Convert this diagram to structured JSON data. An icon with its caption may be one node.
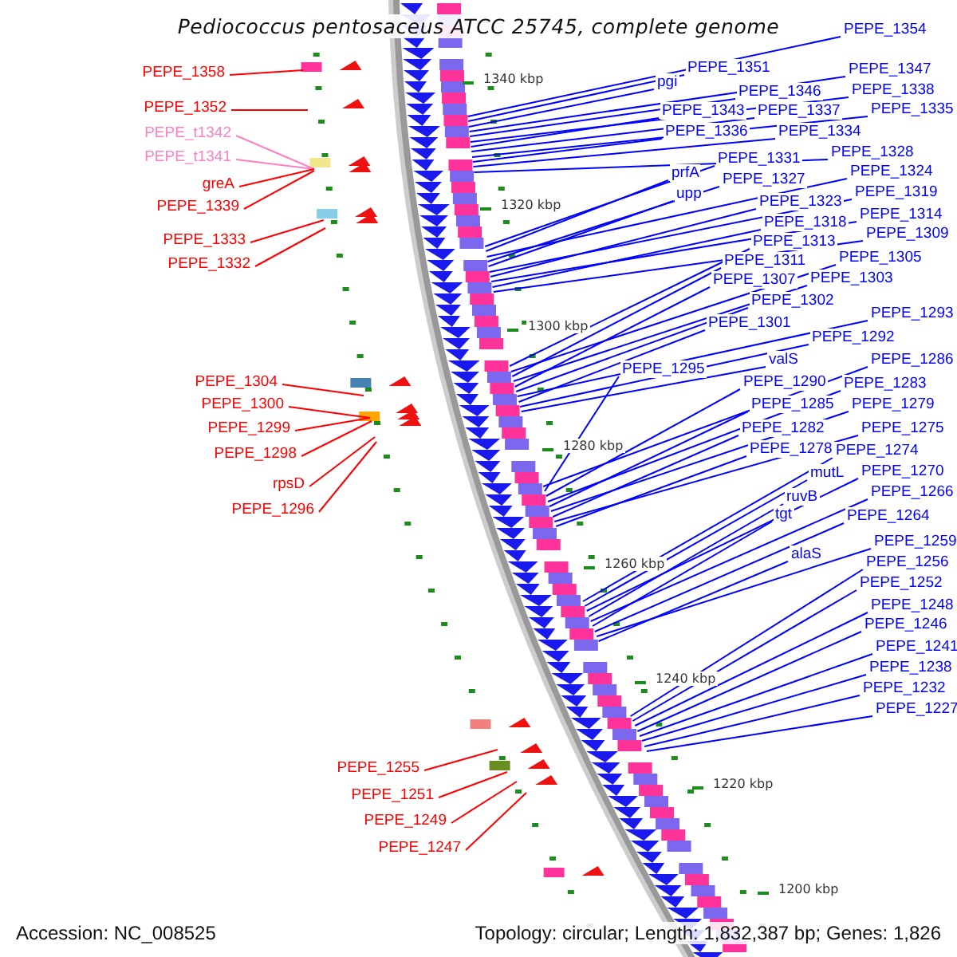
{
  "diagram": {
    "title": "Pediococcus pentosaceus ATCC 25745, complete genome",
    "nodes": [
      {
        "text": [
          "PEPE_1358"
        ]
      },
      {
        "text": [
          "PEPE_1352"
        ]
      },
      {
        "text": [
          "PEPE_t1342"
        ]
      },
      {
        "text": [
          "PEPE_t1341"
        ]
      },
      {
        "text": [
          "greA"
        ]
      },
      {
        "text": [
          "PEPE_1339"
        ]
      },
      {
        "text": [
          "PEPE_1333"
        ]
      },
      {
        "text": [
          "PEPE_1332"
        ]
      },
      {
        "text": [
          "PEPE_1304"
        ]
      },
      {
        "text": [
          "PEPE_1300"
        ]
      },
      {
        "text": [
          "PEPE_1299"
        ]
      },
      {
        "text": [
          "PEPE_1298"
        ]
      },
      {
        "text": [
          "rpsD"
        ]
      },
      {
        "text": [
          "PEPE_1296"
        ]
      },
      {
        "text": [
          "PEPE_1255"
        ]
      },
      {
        "text": [
          "PEPE_1251"
        ]
      },
      {
        "text": [
          "PEPE_1249"
        ]
      },
      {
        "text": [
          "PEPE_1247"
        ]
      },
      {
        "text": [
          "PEPE_1354"
        ]
      },
      {
        "text": [
          "PEPE_1351"
        ]
      },
      {
        "text": [
          "pgi"
        ]
      },
      {
        "text": [
          "PEPE_1347"
        ]
      },
      {
        "text": [
          "PEPE_1346"
        ]
      },
      {
        "text": [
          "PEPE_1338"
        ]
      },
      {
        "text": [
          "PEPE_1343"
        ]
      },
      {
        "text": [
          "PEPE_1337"
        ]
      },
      {
        "text": [
          "PEPE_1335"
        ]
      },
      {
        "text": [
          "PEPE_1336"
        ]
      },
      {
        "text": [
          "PEPE_1334"
        ]
      },
      {
        "text": [
          "PEPE_1328"
        ]
      },
      {
        "text": [
          "PEPE_1331"
        ]
      },
      {
        "text": [
          "prfA"
        ]
      },
      {
        "text": [
          "PEPE_1324"
        ]
      },
      {
        "text": [
          "PEPE_1327"
        ]
      },
      {
        "text": [
          "upp"
        ]
      },
      {
        "text": [
          "PEPE_1319"
        ]
      },
      {
        "text": [
          "PEPE_1323"
        ]
      },
      {
        "text": [
          "PEPE_1314"
        ]
      },
      {
        "text": [
          "PEPE_1318"
        ]
      },
      {
        "text": [
          "PEPE_1309"
        ]
      },
      {
        "text": [
          "PEPE_1313"
        ]
      },
      {
        "text": [
          "PEPE_1305"
        ]
      },
      {
        "text": [
          "PEPE_1311"
        ]
      },
      {
        "text": [
          "PEPE_1303"
        ]
      },
      {
        "text": [
          "PEPE_1307"
        ]
      },
      {
        "text": [
          "PEPE_1302"
        ]
      },
      {
        "text": [
          "PEPE_1293"
        ]
      },
      {
        "text": [
          "PEPE_1301"
        ]
      },
      {
        "text": [
          "PEPE_1292"
        ]
      },
      {
        "text": [
          "valS"
        ]
      },
      {
        "text": [
          "PEPE_1286"
        ]
      },
      {
        "text": [
          "PEPE_1295"
        ]
      },
      {
        "text": [
          "PEPE_1290"
        ]
      },
      {
        "text": [
          "PEPE_1283"
        ]
      },
      {
        "text": [
          "PEPE_1285"
        ]
      },
      {
        "text": [
          "PEPE_1279"
        ]
      },
      {
        "text": [
          "PEPE_1282"
        ]
      },
      {
        "text": [
          "PEPE_1275"
        ]
      },
      {
        "text": [
          "PEPE_1278"
        ]
      },
      {
        "text": [
          "PEPE_1274"
        ]
      },
      {
        "text": [
          "mutL"
        ]
      },
      {
        "text": [
          "PEPE_1270"
        ]
      },
      {
        "text": [
          "ruvB"
        ]
      },
      {
        "text": [
          "PEPE_1266"
        ]
      },
      {
        "text": [
          "tgt"
        ]
      },
      {
        "text": [
          "PEPE_1264"
        ]
      },
      {
        "text": [
          "PEPE_1259"
        ]
      },
      {
        "text": [
          "alaS"
        ]
      },
      {
        "text": [
          "PEPE_1256"
        ]
      },
      {
        "text": [
          "PEPE_1252"
        ]
      },
      {
        "text": [
          "PEPE_1248"
        ]
      },
      {
        "text": [
          "PEPE_1246"
        ]
      },
      {
        "text": [
          "PEPE_1241"
        ]
      },
      {
        "text": [
          "PEPE_1238"
        ]
      },
      {
        "text": [
          "PEPE_1232"
        ]
      },
      {
        "text": [
          "PEPE_1227"
        ]
      }
    ],
    "edges": [
      {
        "from": 0,
        "to": null,
        "arrow": "none",
        "color": "#ff0000"
      },
      {
        "from": 1,
        "to": null,
        "arrow": "none",
        "color": "#ff0000"
      },
      {
        "from": 2,
        "to": null,
        "arrow": "none",
        "color": "#ff80c0"
      },
      {
        "from": 3,
        "to": null,
        "arrow": "none",
        "color": "#ff80c0"
      },
      {
        "from": 4,
        "to": null,
        "arrow": "none",
        "color": "#ff0000"
      },
      {
        "from": 5,
        "to": null,
        "arrow": "none",
        "color": "#ff0000"
      },
      {
        "from": 6,
        "to": null,
        "arrow": "none",
        "color": "#ff0000"
      },
      {
        "from": 7,
        "to": null,
        "arrow": "none",
        "color": "#ff0000"
      },
      {
        "from": 8,
        "to": null,
        "arrow": "none",
        "color": "#ff0000"
      },
      {
        "from": 9,
        "to": null,
        "arrow": "none",
        "color": "#ff0000"
      },
      {
        "from": 10,
        "to": null,
        "arrow": "none",
        "color": "#ff0000"
      },
      {
        "from": 11,
        "to": null,
        "arrow": "none",
        "color": "#ff0000"
      },
      {
        "from": 12,
        "to": null,
        "arrow": "none",
        "color": "#ff0000"
      },
      {
        "from": 13,
        "to": null,
        "arrow": "none",
        "color": "#ff0000"
      },
      {
        "from": 14,
        "to": null,
        "arrow": "none",
        "color": "#ff0000"
      },
      {
        "from": 15,
        "to": null,
        "arrow": "none",
        "color": "#ff0000"
      },
      {
        "from": 16,
        "to": null,
        "arrow": "none",
        "color": "#ff0000"
      },
      {
        "from": 17,
        "to": null,
        "arrow": "none",
        "color": "#ff0000"
      },
      {
        "from": 18,
        "to": null,
        "arrow": "none"
      },
      {
        "from": 19,
        "to": null,
        "arrow": "none"
      },
      {
        "from": 20,
        "to": null,
        "arrow": "none"
      },
      {
        "from": 21,
        "to": null,
        "arrow": "none"
      },
      {
        "from": 22,
        "to": null,
        "arrow": "none"
      },
      {
        "from": 23,
        "to": null,
        "arrow": "none"
      },
      {
        "from": 24,
        "to": null,
        "arrow": "none"
      },
      {
        "from": 25,
        "to": null,
        "arrow": "none"
      },
      {
        "from": 26,
        "to": null,
        "arrow": "none"
      },
      {
        "from": 27,
        "to": null,
        "arrow": "none"
      },
      {
        "from": 28,
        "to": null,
        "arrow": "none"
      },
      {
        "from": 29,
        "to": null,
        "arrow": "none"
      },
      {
        "from": 30,
        "to": null,
        "arrow": "none"
      },
      {
        "from": 31,
        "to": null,
        "arrow": "none"
      },
      {
        "from": 32,
        "to": null,
        "arrow": "none"
      },
      {
        "from": 33,
        "to": null,
        "arrow": "none"
      },
      {
        "from": 34,
        "to": null,
        "arrow": "none"
      },
      {
        "from": 35,
        "to": null,
        "arrow": "none"
      },
      {
        "from": 36,
        "to": null,
        "arrow": "none"
      },
      {
        "from": 37,
        "to": null,
        "arrow": "none"
      },
      {
        "from": 38,
        "to": null,
        "arrow": "none"
      },
      {
        "from": 39,
        "to": null,
        "arrow": "none"
      },
      {
        "from": 40,
        "to": null,
        "arrow": "none"
      },
      {
        "from": 41,
        "to": null,
        "arrow": "none"
      },
      {
        "from": 42,
        "to": null,
        "arrow": "none"
      },
      {
        "from": 43,
        "to": null,
        "arrow": "none"
      },
      {
        "from": 44,
        "to": null,
        "arrow": "none"
      },
      {
        "from": 45,
        "to": null,
        "arrow": "none"
      },
      {
        "from": 46,
        "to": null,
        "arrow": "none"
      },
      {
        "from": 47,
        "to": null,
        "arrow": "none"
      },
      {
        "from": 48,
        "to": null,
        "arrow": "none"
      },
      {
        "from": 49,
        "to": null,
        "arrow": "none"
      },
      {
        "from": 50,
        "to": null,
        "arrow": "none"
      },
      {
        "from": 51,
        "to": null,
        "arrow": "none"
      },
      {
        "from": 52,
        "to": null,
        "arrow": "none"
      },
      {
        "from": 53,
        "to": null,
        "arrow": "none"
      },
      {
        "from": 54,
        "to": null,
        "arrow": "none"
      },
      {
        "from": 55,
        "to": null,
        "arrow": "none"
      },
      {
        "from": 56,
        "to": null,
        "arrow": "none"
      },
      {
        "from": 57,
        "to": null,
        "arrow": "none"
      },
      {
        "from": 58,
        "to": null,
        "arrow": "none"
      },
      {
        "from": 59,
        "to": null,
        "arrow": "none"
      },
      {
        "from": 60,
        "to": null,
        "arrow": "none"
      },
      {
        "from": 61,
        "to": null,
        "arrow": "none"
      },
      {
        "from": 62,
        "to": null,
        "arrow": "none"
      },
      {
        "from": 63,
        "to": null,
        "arrow": "none"
      },
      {
        "from": 64,
        "to": null,
        "arrow": "none"
      },
      {
        "from": 65,
        "to": null,
        "arrow": "none"
      },
      {
        "from": 66,
        "to": null,
        "arrow": "none"
      },
      {
        "from": 67,
        "to": null,
        "arrow": "none"
      },
      {
        "from": 68,
        "to": null,
        "arrow": "none"
      },
      {
        "from": 69,
        "to": null,
        "arrow": "none"
      },
      {
        "from": 70,
        "to": null,
        "arrow": "none"
      },
      {
        "from": 71,
        "to": null,
        "arrow": "none"
      },
      {
        "from": 72,
        "to": null,
        "arrow": "none"
      },
      {
        "from": 73,
        "to": null,
        "arrow": "none"
      },
      {
        "from": 74,
        "to": null,
        "arrow": "none"
      },
      {
        "from": 75,
        "to": null,
        "arrow": "none"
      }
    ],
    "labels": [
      "1340 kbp",
      "1320 kbp",
      "1300 kbp",
      "1280 kbp",
      "1260 kbp",
      "1240 kbp",
      "1220 kbp",
      "1200 kbp",
      "Accession: NC_008525",
      "Topology: circular; Length: 1,832,387 bp; Genes: 1,826"
    ]
  }
}
